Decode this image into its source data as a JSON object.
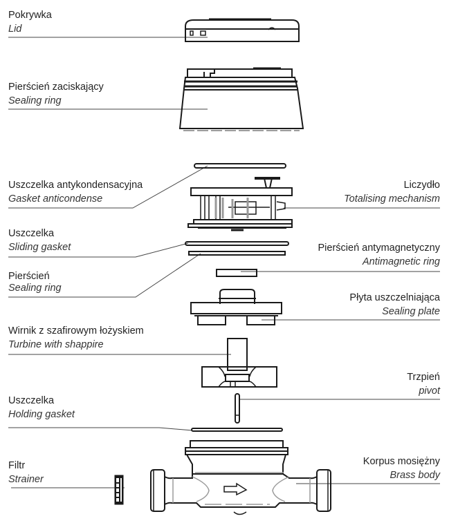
{
  "title": "Exploded view of water meter components",
  "parts": [
    {
      "id": "lid",
      "pl": "Pokrywka",
      "en": "Lid",
      "side": "left"
    },
    {
      "id": "clamp-ring",
      "pl": "Pierścień zaciskający",
      "en": "Sealing ring",
      "side": "left"
    },
    {
      "id": "anticondense-gasket",
      "pl": "Uszczelka antykondensacyjna",
      "en": "Gasket anticondense",
      "side": "left"
    },
    {
      "id": "totalising-mechanism",
      "pl": "Liczydło",
      "en": "Totalising mechanism",
      "side": "right"
    },
    {
      "id": "sliding-gasket",
      "pl": "Uszczelka",
      "en": "Sliding gasket",
      "side": "left"
    },
    {
      "id": "antimagnetic-ring",
      "pl": "Pierścień antymagnetyczny",
      "en": "Antimagnetic ring",
      "side": "right"
    },
    {
      "id": "sealing-ring",
      "pl": "Pierścień",
      "en": "Sealing ring",
      "side": "left"
    },
    {
      "id": "sealing-plate",
      "pl": "Płyta uszczelniająca",
      "en": "Sealing plate",
      "side": "right"
    },
    {
      "id": "turbine",
      "pl": "Wirnik z szafirowym łożyskiem",
      "en": "Turbine with shappire",
      "side": "left"
    },
    {
      "id": "pivot",
      "pl": "Trzpień",
      "en": "pivot",
      "side": "right"
    },
    {
      "id": "holding-gasket",
      "pl": "Uszczelka",
      "en": "Holding gasket",
      "side": "left"
    },
    {
      "id": "strainer",
      "pl": "Filtr",
      "en": "Strainer",
      "side": "left"
    },
    {
      "id": "brass-body",
      "pl": "Korpus mosiężny",
      "en": "Brass body",
      "side": "right"
    }
  ],
  "colors": {
    "line": "#1a1a1a",
    "leader": "#444444",
    "shade": "#9a9a9a"
  }
}
